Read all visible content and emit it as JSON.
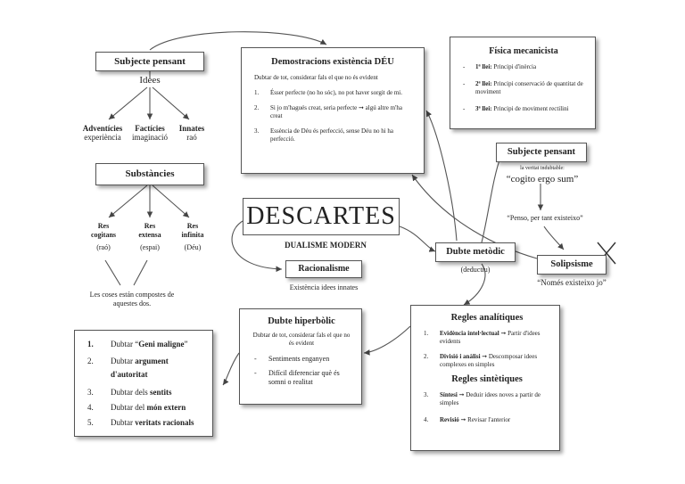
{
  "center": {
    "title": "DESCARTES",
    "subtitle": "DUALISME MODERN"
  },
  "subjecte_left": {
    "title": "Subjecte pensant",
    "ideas_label": "Idees",
    "ideas": [
      {
        "name": "Adventícies",
        "desc": "experiència"
      },
      {
        "name": "Factícies",
        "desc": "imaginació"
      },
      {
        "name": "Innates",
        "desc": "raó"
      }
    ]
  },
  "substancies": {
    "title": "Substàncies",
    "items": [
      {
        "name1": "Res",
        "name2": "cogitans",
        "desc": "(raó)"
      },
      {
        "name1": "Res",
        "name2": "extensa",
        "desc": "(espai)"
      },
      {
        "name1": "Res",
        "name2": "infinita",
        "desc": "(Déu)"
      }
    ],
    "note": "Les coses están compostes de aquestes dos."
  },
  "racionalisme": {
    "title": "Racionalisme",
    "note": "Existència idees innates"
  },
  "demostracions": {
    "title": "Demostracions existència DÉU",
    "intro": "Dubtar de tot, considerar fals el que no és evident",
    "items": [
      {
        "n": "1.",
        "text": "Ésser perfecte (no ho sóc), no pot haver sorgit de mi."
      },
      {
        "n": "2.",
        "text": "Si jo m'hagués creat, seria perfecte ➞ algú altre m'ha creat"
      },
      {
        "n": "3.",
        "text": "Essència de Déu és perfecció, sense Déu no hi ha perfecció."
      }
    ]
  },
  "fisica": {
    "title": "Física mecanicista",
    "items": [
      {
        "bullet": "-",
        "head": "1ª llei:",
        "text": "Principi d'inèrcia"
      },
      {
        "bullet": "-",
        "head": "2ª llei:",
        "text": "Principi conservació de quantitat de moviment"
      },
      {
        "bullet": "-",
        "head": "3ª llei:",
        "text": "Principi de moviment rectilini"
      }
    ]
  },
  "subjecte_right": {
    "title": "Subjecte pensant",
    "note": "la veritat indubtable:",
    "quote": "“cogito ergo sum”",
    "quote2": "“Penso, per tant existeixo”"
  },
  "dubte_metodic": {
    "title": "Dubte metòdic",
    "note": "(deductiu)"
  },
  "solipsisme": {
    "title": "Solipsisme",
    "quote": "“Només existeixo jo”"
  },
  "dubte_hiperbolic": {
    "title": "Dubte hiperbòlic",
    "intro": "Dubtar de tot, considerar fals el que no és evident",
    "items": [
      {
        "bullet": "-",
        "text": "Sentiments enganyen"
      },
      {
        "bullet": "-",
        "text": "Difícil diferenciar què és somni o realitat"
      }
    ]
  },
  "dubtar_list": [
    {
      "n": "1.",
      "pre": "Dubtar “",
      "bold": "Geni maligne",
      "post": "”"
    },
    {
      "n": "2.",
      "pre": "Dubtar ",
      "bold": "argument d'autoritat",
      "post": ""
    },
    {
      "n": "3.",
      "pre": "Dubtar dels ",
      "bold": "sentits",
      "post": ""
    },
    {
      "n": "4.",
      "pre": "Dubtar del ",
      "bold": "món extern",
      "post": ""
    },
    {
      "n": "5.",
      "pre": "Dubtar ",
      "bold": "veritats racionals",
      "post": ""
    }
  ],
  "regles": {
    "title1": "Regles analítiques",
    "analitiques": [
      {
        "n": "1.",
        "head": "Evidència intel·lectual",
        "text": "➞ Partir d'idees evidents"
      },
      {
        "n": "2.",
        "head": "Divisió i anàlisi",
        "text": "➞ Descomposar idees complexes en simples"
      }
    ],
    "title2": "Regles sintètiques",
    "sintetiques": [
      {
        "n": "3.",
        "head": "Síntesi",
        "text": "➞ Deduir idees noves a partir de simples"
      },
      {
        "n": "4.",
        "head": "Revisió",
        "text": "➞ Revisar l'anterior"
      }
    ]
  }
}
